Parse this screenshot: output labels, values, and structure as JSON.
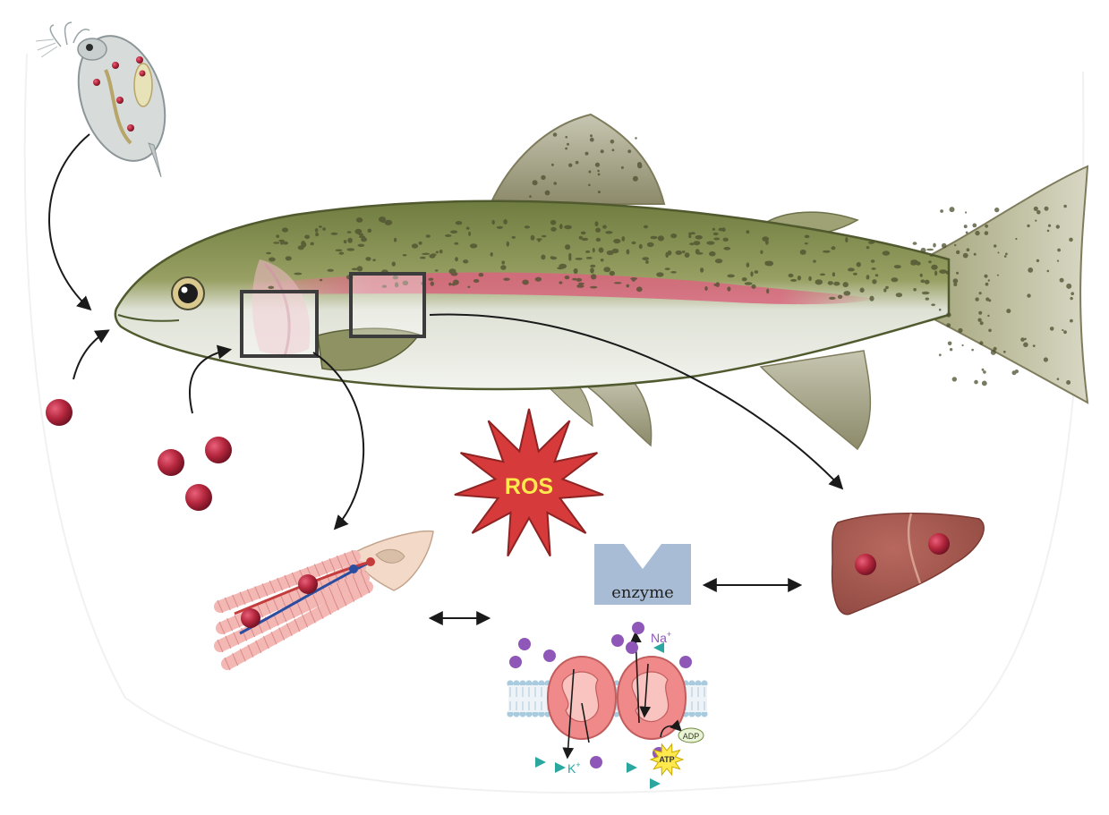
{
  "labels": {
    "ros": "ROS",
    "enzyme": "enzyme",
    "sodium": "Na",
    "sodium_charge": "+",
    "potassium": "K",
    "potassium_charge": "+",
    "atp": "ATP",
    "adp": "ADP"
  },
  "colors": {
    "background": "#ffffff",
    "particle": "#b3263c",
    "ros_star": "#d63a3a",
    "ros_text": "#ffe94d",
    "enzyme": "#a9bcd6",
    "liver": "#a9594f",
    "ion_purple": "#8e57b8",
    "ion_teal": "#2aa8a0",
    "gill_pink": "#f3b7b4",
    "fish_back": "#7c8a4c",
    "fish_belly": "#e9ece4",
    "lateral_stripe": "#d9667e",
    "membrane": "#a9cbe0",
    "pump": "#f08a8a"
  },
  "icons": [
    "daphnia-icon",
    "trout-icon",
    "gill-icon",
    "liver-icon",
    "enzyme-icon",
    "ion-pump-icon",
    "ros-star-icon",
    "microplastic-particle-icon"
  ]
}
